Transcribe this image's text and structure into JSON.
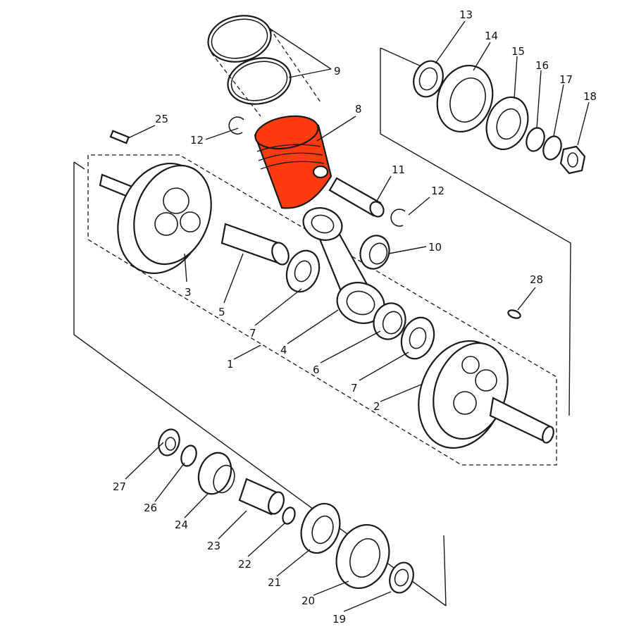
{
  "colors": {
    "line": "#1a1a1a",
    "highlight": "#ff3b10",
    "background": "#ffffff"
  },
  "highlighted_part": "8",
  "callouts": {
    "c1": "1",
    "c2": "2",
    "c3": "3",
    "c4": "4",
    "c5": "5",
    "c6": "6",
    "c7a": "7",
    "c7b": "7",
    "c8": "8",
    "c9": "9",
    "c10": "10",
    "c11": "11",
    "c12a": "12",
    "c12b": "12",
    "c13": "13",
    "c14": "14",
    "c15": "15",
    "c16": "16",
    "c17": "17",
    "c18": "18",
    "c19": "19",
    "c20": "20",
    "c21": "21",
    "c22": "22",
    "c23": "23",
    "c24": "24",
    "c25": "25",
    "c26": "26",
    "c27": "27",
    "c28": "28"
  }
}
